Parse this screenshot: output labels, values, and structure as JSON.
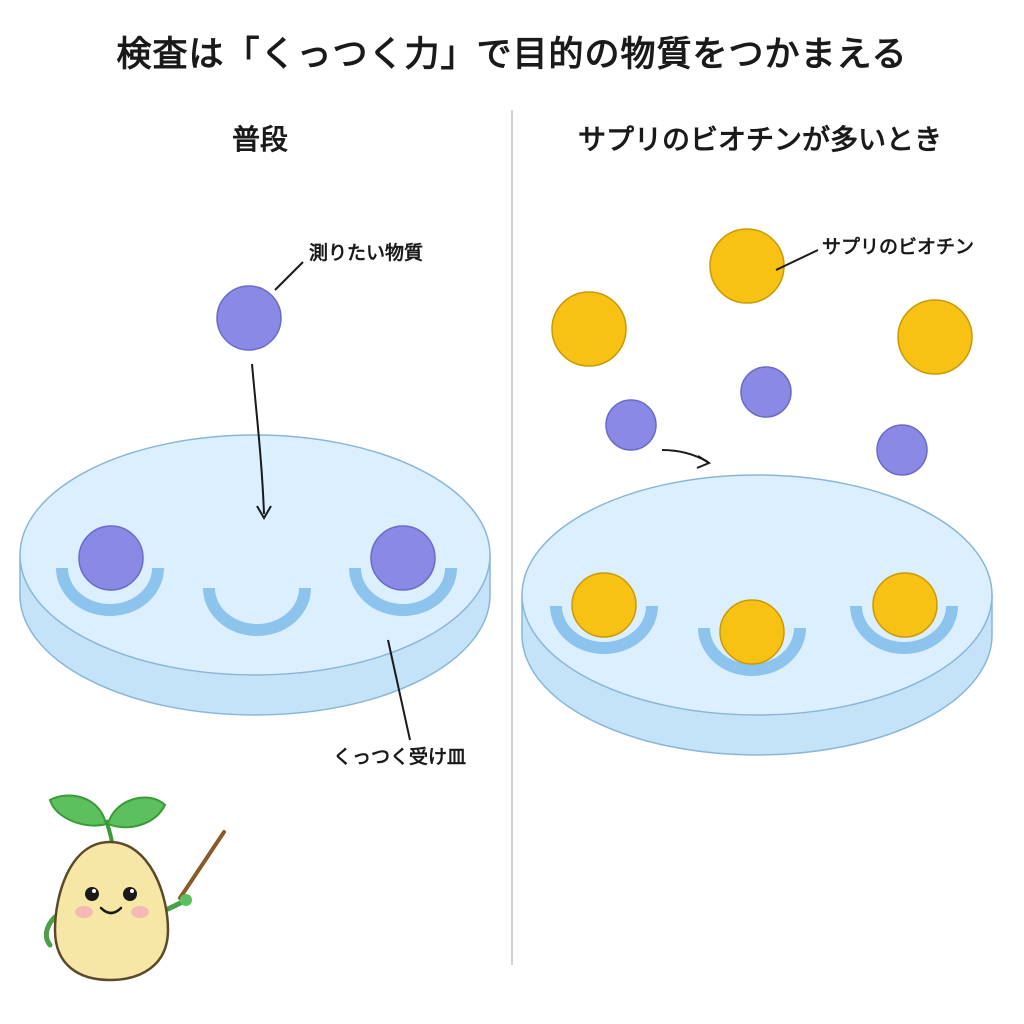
{
  "title": "検査は「くっつく力」で目的の物質をつかまえる",
  "panels": {
    "normal": {
      "heading": "普段",
      "label_target": "測りたい物質",
      "label_plate": "くっつく受け皿"
    },
    "biotin": {
      "heading": "サプリのビオチンが多いとき",
      "label_biotin": "サプリのビオチン"
    }
  },
  "colors": {
    "target_substance": "#8a8ae6",
    "biotin": "#f7c213",
    "plate_top": "#dcefff",
    "plate_side": "#bfe0f7",
    "cup": "#8cc4ee",
    "sprout_leaf": "#5cc15c",
    "mascot_body": "#f7e7a6"
  },
  "icons": {
    "mascot": "sprout-mascot-with-pointer"
  }
}
